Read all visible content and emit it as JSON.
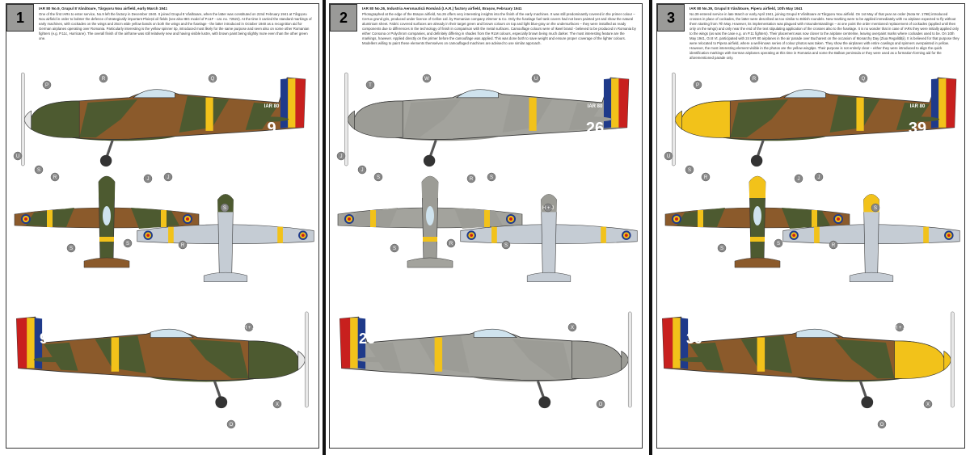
{
  "panels": [
    {
      "number": "1",
      "title": "IAR 80 No.9, Grupul 8 Vânătoare, Târgșoru Nou airfield, early March 1941",
      "description": "One of the first IARs to enter service, No.9 left the factory in December 1940. It joined Grupul 8 Vânătoare, when the latter was constituted on 22nd February 1941 at Târgșoru Nou airfield in order to bolster the defence of strategically important Ploiești oil fields (see also IBG model of P.11F - cat. no. 72522). At the time it carried the standard markings of early machines, with cockades on the wings and 25cm wide yellow bands on both the wings and the fuselage - the latter introduced in October 1940 as a recognition aid for German airplanes operating over Romania. Particularly interesting is the yellow spinner tip, introduced most likely for the same purpose and seen also on some other Romanian fighters (e.g. P.11c, Hurricane). The overall finish of the airframe was still relatively new and having visible lustre, with brown paint being slightly more even than the other green one.",
      "code": "9",
      "serial": "IAR 80",
      "colors": {
        "camo1": "#4d5a30",
        "camo2": "#8b5a2b",
        "under": "#c5ccd4",
        "spinner": "#e8e8e8",
        "cowl": "#4d5a30"
      },
      "callouts": [
        "P",
        "R",
        "Q",
        "U",
        "S",
        "R",
        "J",
        "J",
        "S",
        "S",
        "R",
        "S",
        "H + J",
        "X",
        "O"
      ]
    },
    {
      "number": "2",
      "title": "IAR 80 No.26, Industria Aeronautică Română (I.A.R.) factory airfield, Brașov, February 1941",
      "description": "Photographed at the edge of the Brașov airfield, No.26 offers very interesting insights into the finish of the early machines. It was still predominantly covered in the primer colour – Cerrux grund gris, produced under licence of Cellon Ltd. by Romanian company Zimmer & Co. Only the fuselage fuel tank covers had not been painted yet and show the natural aluminium sheet. Fabric covered surfaces are already in their target green and brown colours on top and light blue-gray on the undersurfaces – they were installed as ready components due to differences in the technology of finish in comparison with the metal surfaces. Camouflage colours were of Ikwel brand - believed to be produced in Romania by either Consona or Polychrom companies, and definitely differing in shades from the RLM colours, especially brown being much darker. The most interesting feature are the markings, however. Applied directly on the primer before the camouflage was applied. This was done both to save weight and ensure proper coverage of the lighter colours. Modellers willing to paint these elements themselves on camouflaged machines are advised to use similar approach.",
      "code": "26",
      "serial": "IAR 80",
      "colors": {
        "camo1": "#9c9c96",
        "camo2": "#a3a39d",
        "under": "#c5ccd4",
        "spinner": "#9c9c96",
        "cowl": "#9c9c96"
      },
      "callouts": [
        "T",
        "W",
        "U",
        "J",
        "J",
        "S",
        "R",
        "S",
        "S",
        "R",
        "S",
        "H + J",
        "X",
        "O"
      ]
    },
    {
      "number": "3",
      "title": "IAR 80 No.39, Grupul 8 Vânătoare, Pipera airfield, 10th May 1941",
      "description": "No.39 entered service in late March or early April 1941, joining Grupul 8 Vânătoare at Târgșoru Nou airfield. On 1st May of that year an order (Nota Nr. 1798) introduced crosses in place of cockades, the latter were described as too similar to British roundels. New marking were to be applied immediately with no airplane expected to fly without them starting from 7th May. However, its implementation was plagued with misunderstandings – at one point the order mentioned replacement of cockades (applied until then only on the wings) and only near the end of the text stipulating application of the crosses also to the fuselage. It is no wonder that in case of IARs they were initially applied only to the wings (as was the case e.g. on P.11 fighters). Their placement was now closer to the airplane centreline, leaving overpaint marks where cockades used to be. On 10th May 1941, Gr.8 Vt. participated with 24 IAR 80 airplanes in the air parade over Bucharest on the occasion of Monarchy Day (Ziua Regalității). It is believed for that purpose they were relocated to Pipera airfield, where a well-known series of colour photos was taken. They show the airplanes with entire cowlings and spinners overpainted in yellow. However, the most interesting element visible in the photos are the yellow wingtips. Their purpose is not entirely clear – either they were introduced to align the quick identification markings with German airplanes operating at this time in Romania and some the Balkan peninsula or they were used as a formation-forming aid for the aforementioned parade only.",
      "code": "39",
      "serial": "IAR 80",
      "colors": {
        "camo1": "#4d5a30",
        "camo2": "#8b5a2b",
        "under": "#c5ccd4",
        "spinner": "#f2c21a",
        "cowl": "#f2c21a"
      },
      "callouts": [
        "P",
        "R",
        "Q",
        "U",
        "S",
        "R",
        "J",
        "J",
        "S",
        "S",
        "R",
        "S",
        "H + J",
        "X",
        "O"
      ]
    }
  ],
  "palette": {
    "yellow": "#f2c21a",
    "blue": "#1f3a8a",
    "red": "#c8201e",
    "callout": "#888888"
  }
}
